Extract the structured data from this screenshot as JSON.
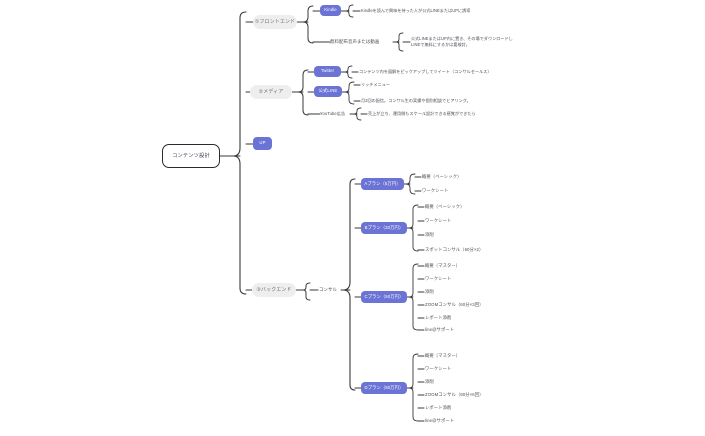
{
  "diagram": {
    "type": "mindmap",
    "title": "コンテンツ設計",
    "root": {
      "label": "コンテンツ設計"
    },
    "branches": [
      {
        "id": "frontend",
        "label": "①フロントエンド",
        "style": "chip",
        "children": [
          {
            "label": "Kindle",
            "style": "badge",
            "children": [
              {
                "label": "Kindleを読んで興味を持った人が公式LINEまたはUPに誘導",
                "style": "desc"
              }
            ]
          },
          {
            "label": "無料配布音声または動画",
            "style": "plain",
            "children": [
              {
                "label": "公式LINEまたはUP内に置き、その場でダウンロードし\nLINEで無料にするかは要検討。",
                "style": "desc"
              }
            ]
          }
        ]
      },
      {
        "id": "media",
        "label": "②メディア",
        "style": "chip",
        "children": [
          {
            "label": "Twitter",
            "style": "badge",
            "children": [
              {
                "label": "コンテンツ内を図解をピックアップしてツイート（コンサルセールス）",
                "style": "desc"
              }
            ]
          },
          {
            "label": "公式LINE",
            "style": "badge",
            "children": [
              {
                "label": "リッチメニュー",
                "style": "desc"
              },
              {
                "label": "月2回の配信。コンサル生の実績や個別相談でヒアリング。",
                "style": "desc"
              }
            ]
          },
          {
            "label": "YouTube広告",
            "style": "plain",
            "children": [
              {
                "label": "売上が立ち、運用側もスケール設計できる感覚ができたら",
                "style": "desc"
              }
            ]
          }
        ]
      },
      {
        "id": "up",
        "label": "UP",
        "style": "badge",
        "children": []
      },
      {
        "id": "backend",
        "label": "③バックエンド",
        "style": "chip",
        "children": [
          {
            "label": "コンサル",
            "style": "plain",
            "children": [
              {
                "label": "Aプラン（5万円）",
                "style": "badge",
                "children": [
                  {
                    "label": "概要（ベーシック）",
                    "style": "leaf"
                  },
                  {
                    "label": "ワークシート",
                    "style": "leaf"
                  }
                ]
              },
              {
                "label": "Bプラン（20万円）",
                "style": "badge",
                "children": [
                  {
                    "label": "概要（ベーシック）",
                    "style": "leaf"
                  },
                  {
                    "label": "ワークシート",
                    "style": "leaf"
                  },
                  {
                    "label": "添削",
                    "style": "leaf"
                  },
                  {
                    "label": "スポットコンサル（60分×2）",
                    "style": "leaf"
                  }
                ]
              },
              {
                "label": "Cプラン（50万円）",
                "style": "badge",
                "children": [
                  {
                    "label": "概要（マスター）",
                    "style": "leaf"
                  },
                  {
                    "label": "ワークシート",
                    "style": "leaf"
                  },
                  {
                    "label": "添削",
                    "style": "leaf"
                  },
                  {
                    "label": "ZOOMコンサル（60分×3回）",
                    "style": "leaf"
                  },
                  {
                    "label": "レポート添削",
                    "style": "leaf"
                  },
                  {
                    "label": "line@サポート",
                    "style": "leaf"
                  }
                ]
              },
              {
                "label": "Dプラン（80万円）",
                "style": "badge",
                "children": [
                  {
                    "label": "概要（マスター）",
                    "style": "leaf"
                  },
                  {
                    "label": "ワークシート",
                    "style": "leaf"
                  },
                  {
                    "label": "添削",
                    "style": "leaf"
                  },
                  {
                    "label": "ZOOMコンサル（90分×6回）",
                    "style": "leaf"
                  },
                  {
                    "label": "レポート添削",
                    "style": "leaf"
                  },
                  {
                    "label": "line@サポート",
                    "style": "leaf"
                  }
                ]
              }
            ]
          }
        ]
      }
    ],
    "colors": {
      "badge": "#6b73d4",
      "chip": "#eeeeee",
      "root_border": "#2b2b2b",
      "text": "#4d4d58",
      "line": "#3a3a3a",
      "background": "#ffffff"
    }
  }
}
